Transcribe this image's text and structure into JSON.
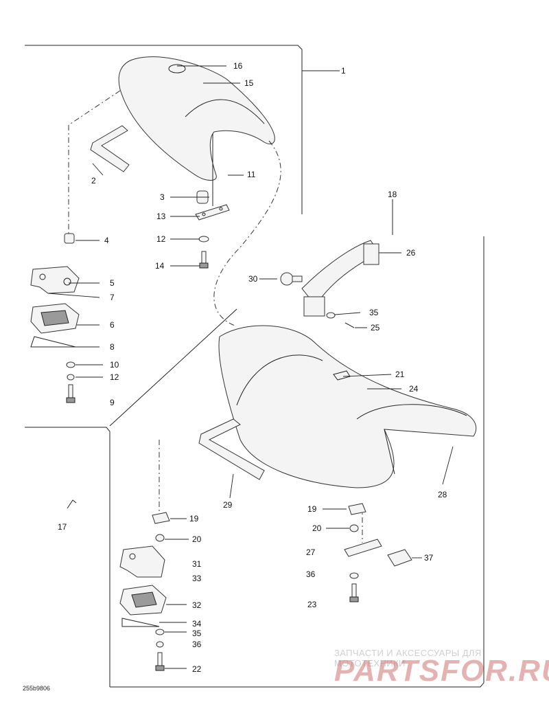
{
  "callouts": {
    "c1": "1",
    "c2": "2",
    "c3": "3",
    "c4": "4",
    "c5": "5",
    "c6": "6",
    "c7": "7",
    "c8": "8",
    "c9": "9",
    "c10": "10",
    "c11": "11",
    "c12a": "12",
    "c12b": "12",
    "c13": "13",
    "c14": "14",
    "c15": "15",
    "c16": "16",
    "c17": "17",
    "c18": "18",
    "c19a": "19",
    "c19b": "19",
    "c20a": "20",
    "c20b": "20",
    "c21": "21",
    "c22": "22",
    "c23": "23",
    "c24": "24",
    "c25": "25",
    "c26": "26",
    "c27": "27",
    "c28": "28",
    "c29": "29",
    "c30": "30",
    "c31": "31",
    "c32": "32",
    "c33": "33",
    "c34": "34",
    "c35a": "35",
    "c35b": "35",
    "c36a": "36",
    "c36b": "36",
    "c37": "37"
  },
  "watermark": {
    "tagline": "ЗАПЧАСТИ И АКСЕССУАРЫ ДЛЯ МОТОТЕХНИКИ",
    "logo": "PARTSFOR.RU"
  },
  "reference_code": "255b9806",
  "colors": {
    "line": "#222222",
    "part_fill": "#f4f4f4",
    "watermark_red": "#d07575"
  }
}
